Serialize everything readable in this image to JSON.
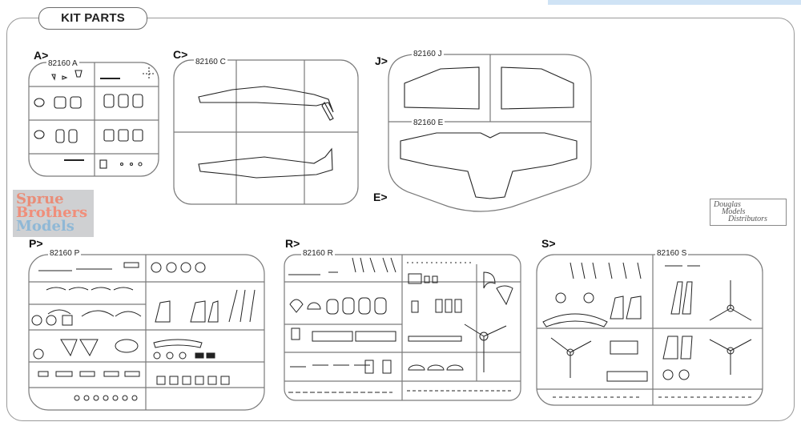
{
  "header": {
    "title": "KIT PARTS"
  },
  "sprues": [
    {
      "letter": "A>",
      "code": "82160 A"
    },
    {
      "letter": "C>",
      "code": "82160 C"
    },
    {
      "letter": "J>",
      "code": "82160 J"
    },
    {
      "letter": "E>",
      "code": "82160 E"
    },
    {
      "letter": "P>",
      "code": "82160 P"
    },
    {
      "letter": "R>",
      "code": "82160 R"
    },
    {
      "letter": "S>",
      "code": "82160 S"
    }
  ],
  "watermark": {
    "line1": "Sprue",
    "line2": "Brothers",
    "line3": "Models"
  },
  "distributor_logo": {
    "line1": "Douglas",
    "line2": "Models",
    "line3": "Distributors"
  },
  "colors": {
    "frame": "#9a9a9a",
    "sprue_outline": "#7a7a7a",
    "part_outline": "#222222",
    "watermark_bg": "#cfd0d2"
  }
}
